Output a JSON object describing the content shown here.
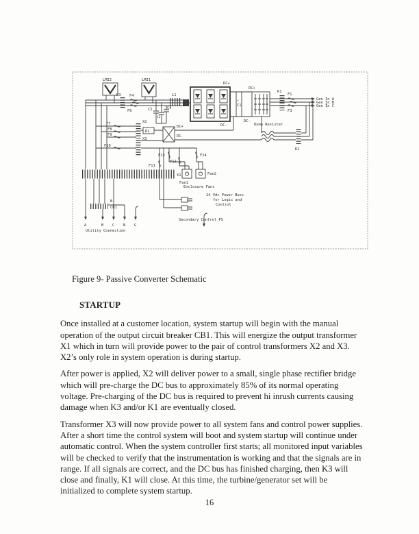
{
  "page": {
    "number": "16"
  },
  "figure": {
    "caption": "Figure 9- Passive Converter Schematic",
    "labels": {
      "lmi2": "LMI2",
      "lmi1": "LMI1",
      "k3": "K3",
      "f4": "F4",
      "f6": "F6",
      "c2": "C2",
      "c3": "C3",
      "c4": "C4",
      "l1": "L1",
      "dc_plus_bridge": "DC+",
      "dc_minus_bridge": "DC-",
      "c1_star": "*",
      "c1": "C1",
      "dc_plus_filter": "DC+",
      "dc_minus_filter": "DC-",
      "dump_resistor": "Dump Resister",
      "k1": "K1",
      "f1": "F1",
      "f3": "F3",
      "gen_in_a": "Gen In A",
      "gen_in_b": "Gen In B",
      "gen_in_c": "Gen In C",
      "k2": "K2",
      "x2": "X2",
      "r1": "R1",
      "x3": "X3",
      "f7": "F7",
      "f8": "F8",
      "f9": "F9",
      "f10": "F10",
      "dc_plus_precharge": "DC+",
      "dc_minus_precharge": "DC-",
      "f11": "F11",
      "f12": "F12",
      "f13": "F13",
      "f14": "F14",
      "fan1": "Fan1",
      "fan2": "Fan2",
      "enclosure_fans": "Enclosure Fans",
      "power_buss_line1": "24 Vdc Power Buss",
      "power_buss_line2": "for Logic and",
      "power_buss_line3": "Control",
      "secondary_ps": "Secondary Control PS",
      "x1": "X1",
      "neutral": "N",
      "cb1": "CB1",
      "term_a": "A",
      "term_b": "B",
      "term_c": "C",
      "term_n": "N",
      "term_g": "G",
      "utility": "Utility Connection"
    }
  },
  "content": {
    "heading": "STARTUP",
    "paragraphs": [
      "Once installed at a customer location, system startup will begin with the manual operation of the output circuit breaker CB1.  This will energize the output transformer X1 which in turn will provide power to the pair of control transformers X2 and X3.  X2’s only role in system operation is during startup.",
      "After power is applied, X2 will deliver power to a small, single phase rectifier bridge which will pre-charge the DC bus to approximately 85% of its normal operating voltage. Pre-charging of the DC bus is required to prevent hi inrush currents causing damage when K3 and/or K1 are eventually closed.",
      "Transformer X3 will now provide power to all system fans and control power supplies. After a short time the control system will boot and system startup will continue under automatic control.  When the system controller first starts; all monitored input variables will be checked to verify that the instrumentation is working and that the signals are in range.  If all signals are correct, and the DC bus has finished charging, then K3 will close and finally, K1 will close.  At this time, the turbine/generator set will be initialized to complete system startup."
    ]
  }
}
